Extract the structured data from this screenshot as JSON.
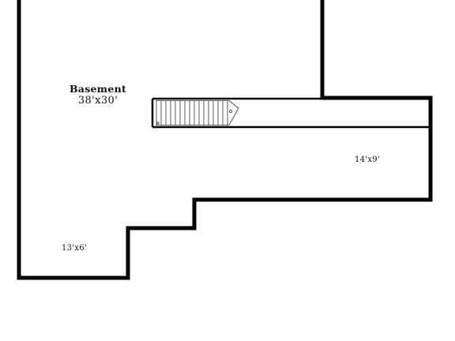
{
  "rooms": [
    {
      "name": "Basement",
      "dimensions": "38'x30'"
    },
    {
      "name": "",
      "dimensions": "14'x9'"
    },
    {
      "name": "",
      "dimensions": "13'x6'"
    }
  ],
  "colors": {
    "wall": "#000000",
    "background": "#ffffff",
    "stair_line": "#333333",
    "text": "#111111"
  }
}
